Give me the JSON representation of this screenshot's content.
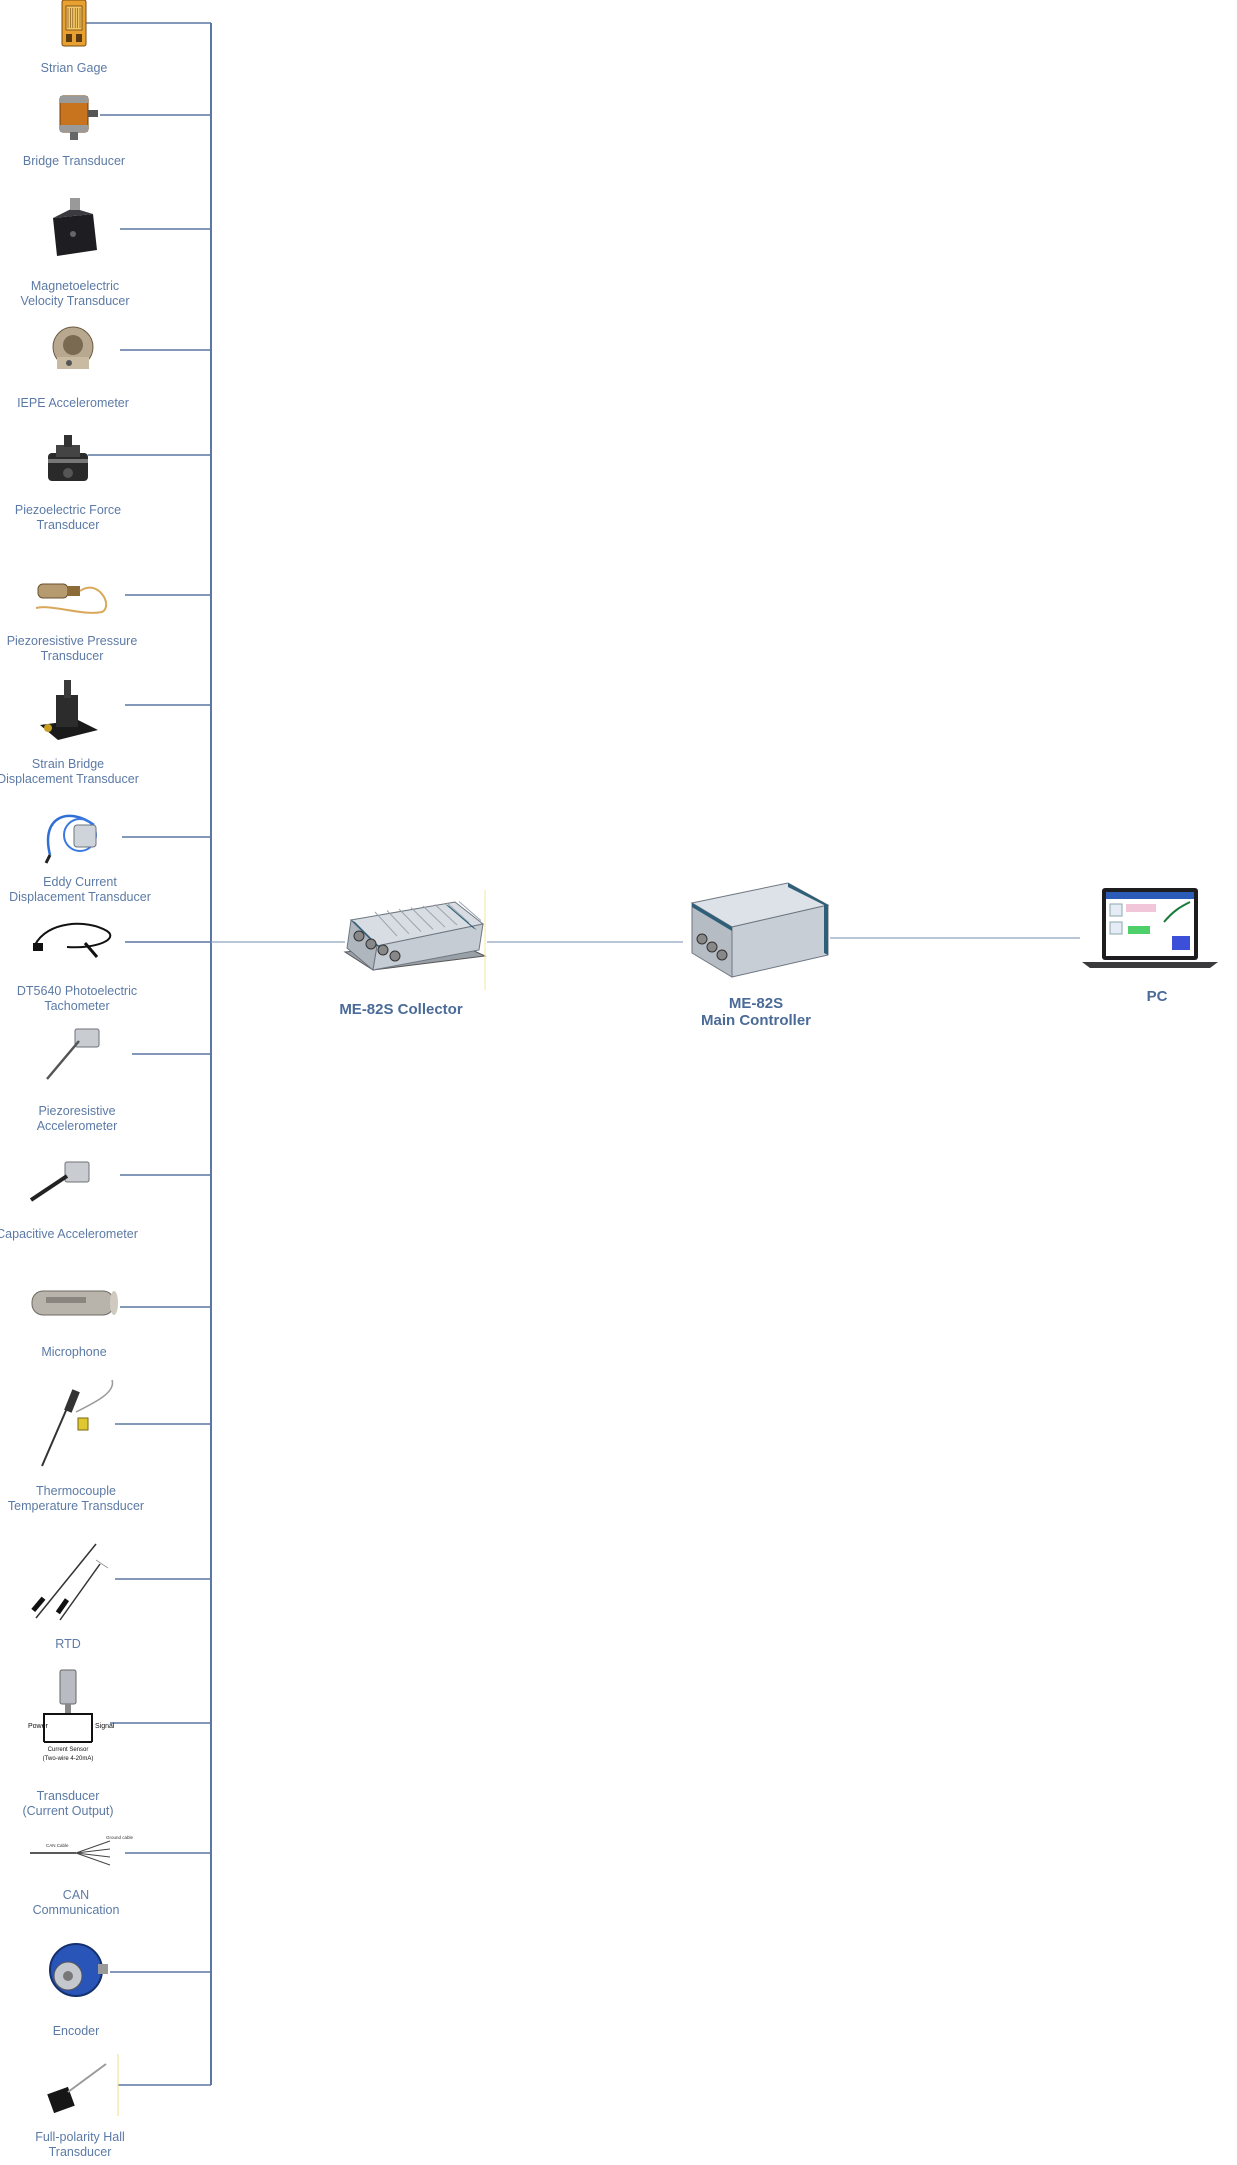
{
  "sensors": [
    {
      "id": "strain-gage",
      "lines": [
        "Strian Gage"
      ]
    },
    {
      "id": "bridge-transducer",
      "lines": [
        "Bridge Transducer"
      ]
    },
    {
      "id": "magnetoelectric-velocity",
      "lines": [
        "Magnetoelectric",
        "Velocity Transducer"
      ]
    },
    {
      "id": "iepe-accelerometer",
      "lines": [
        "IEPE Accelerometer"
      ]
    },
    {
      "id": "piezoelectric-force",
      "lines": [
        "Piezoelectric Force",
        "Transducer"
      ]
    },
    {
      "id": "piezoresistive-pressure",
      "lines": [
        "Piezoresistive Pressure",
        "Transducer"
      ]
    },
    {
      "id": "strain-bridge-displacement",
      "lines": [
        "Strain Bridge",
        "Displacement Transducer"
      ]
    },
    {
      "id": "eddy-current-displacement",
      "lines": [
        "Eddy Current",
        "Displacement Transducer"
      ]
    },
    {
      "id": "photoelectric-tachometer",
      "lines": [
        "DT5640 Photoelectric",
        "Tachometer"
      ]
    },
    {
      "id": "piezoresistive-accelerometer",
      "lines": [
        "Piezoresistive",
        "Accelerometer"
      ]
    },
    {
      "id": "capacitive-accelerometer",
      "lines": [
        "Capacitive Accelerometer"
      ]
    },
    {
      "id": "microphone",
      "lines": [
        "Microphone"
      ]
    },
    {
      "id": "thermocouple",
      "lines": [
        "Thermocouple",
        "Temperature Transducer"
      ]
    },
    {
      "id": "rtd",
      "lines": [
        "RTD"
      ]
    },
    {
      "id": "current-output-transducer",
      "lines": [
        "Transducer",
        "(Current Output)"
      ]
    },
    {
      "id": "can-communication",
      "lines": [
        "CAN",
        "Communication"
      ]
    },
    {
      "id": "encoder",
      "lines": [
        "Encoder"
      ]
    },
    {
      "id": "hall-transducer",
      "lines": [
        "Full-polarity Hall",
        "Transducer"
      ]
    }
  ],
  "current_sensor_icon": {
    "power": "Power",
    "signal": "Signal",
    "caption_1": "Current Sensor",
    "caption_2": "(Two-wire 4-20mA)"
  },
  "can_icon": {
    "left": "CAN Cable",
    "right": "Ground cable"
  },
  "devices": {
    "collector": {
      "lines": [
        "ME-82S Collector"
      ]
    },
    "controller": {
      "lines": [
        "ME-82S",
        "Main Controller"
      ]
    },
    "pc": {
      "lines": [
        "PC"
      ]
    }
  },
  "colors": {
    "line": "#5b77a3",
    "text": "#5c7aa6",
    "device_text": "#4a6b98"
  }
}
